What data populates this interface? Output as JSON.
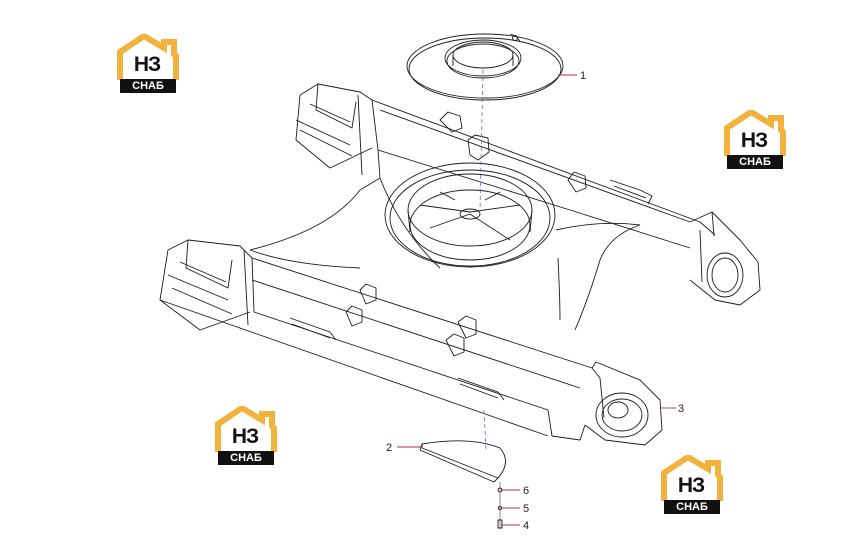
{
  "callouts": [
    {
      "number": "1"
    },
    {
      "number": "2"
    },
    {
      "number": "3"
    },
    {
      "number": "4"
    },
    {
      "number": "5"
    },
    {
      "number": "6"
    }
  ],
  "watermark": {
    "letters": "НЗ",
    "word": "СНАБ",
    "accent_color": "#F2B33D",
    "ink_color": "#111111"
  },
  "colors": {
    "line": "#1c1c1c",
    "leader": "#b03040",
    "axis": "#6a6ab8"
  }
}
